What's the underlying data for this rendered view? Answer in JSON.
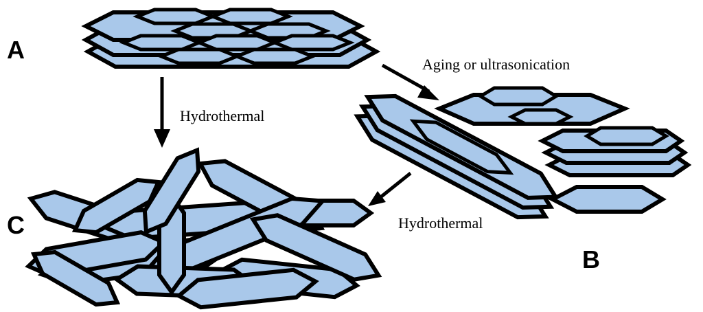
{
  "diagram": {
    "fill_color": "#a9c8ea",
    "stroke_color": "#000000",
    "panels": {
      "a": {
        "letter": "A"
      },
      "b": {
        "letter": "B"
      },
      "c": {
        "letter": "C"
      }
    },
    "processes": {
      "a_to_b": "Aging or ultrasonication",
      "a_to_c": "Hydrothermal",
      "b_to_c": "Hydrothermal"
    }
  }
}
